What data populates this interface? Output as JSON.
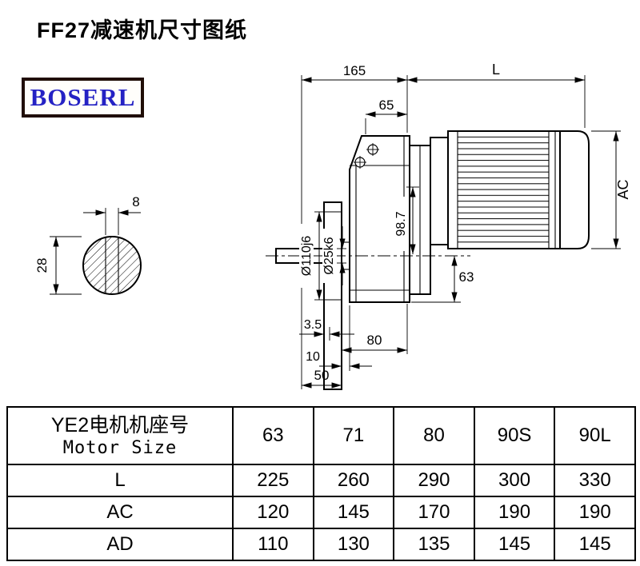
{
  "page": {
    "title": "FF27减速机尺寸图纸",
    "brand": "BOSERL"
  },
  "drawing": {
    "dims": {
      "d165": "165",
      "dL": "L",
      "d65": "65",
      "dAC": "AC",
      "d8": "8",
      "d28": "28",
      "d110": "Ø110j6",
      "d25": "Ø25k6",
      "d987": "98.7",
      "d63": "63",
      "d35": "3.5",
      "d80": "80",
      "d10": "10",
      "d50": "50"
    }
  },
  "table": {
    "header": {
      "line1": "YE2电机机座号",
      "line2": "Motor Size",
      "sizes": [
        "63",
        "71",
        "80",
        "90S",
        "90L"
      ]
    },
    "rows": [
      {
        "label": "L",
        "values": [
          "225",
          "260",
          "290",
          "300",
          "330"
        ]
      },
      {
        "label": "AC",
        "values": [
          "120",
          "145",
          "170",
          "190",
          "190"
        ]
      },
      {
        "label": "AD",
        "values": [
          "110",
          "130",
          "135",
          "145",
          "145"
        ]
      }
    ]
  }
}
